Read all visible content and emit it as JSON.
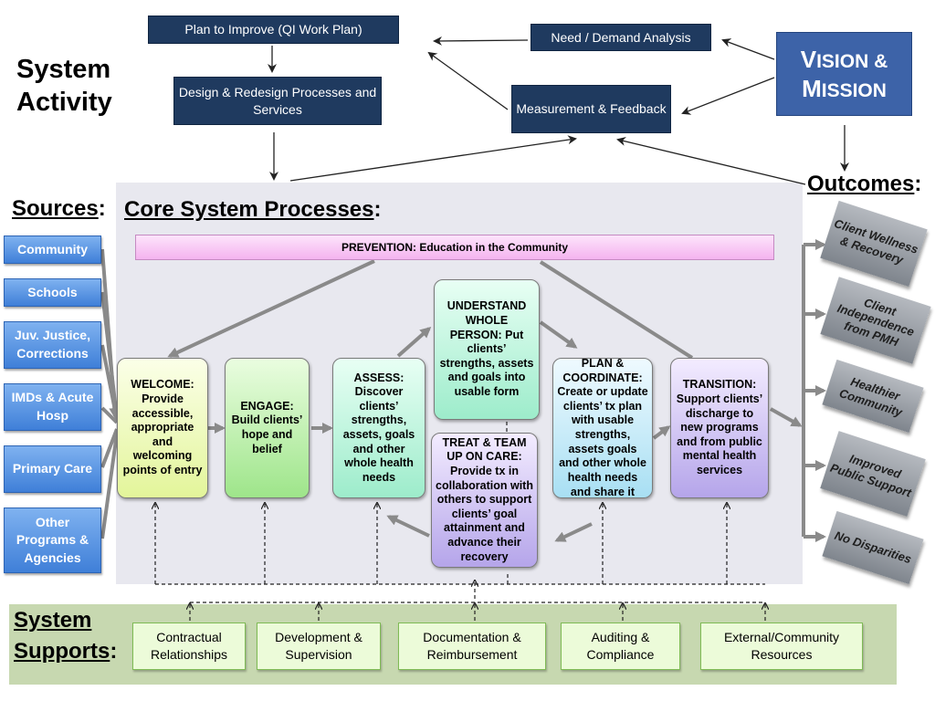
{
  "top": {
    "plan_to_improve": "Plan to Improve (QI Work Plan)",
    "design_redesign": "Design & Redesign Processes and Services",
    "need_demand": "Need / Demand Analysis",
    "measurement": "Measurement & Feedback",
    "vision_line1_first": "V",
    "vision_line1_rest": "ISION &",
    "vision_line2_first": "M",
    "vision_line2_rest": "ISSION"
  },
  "labels": {
    "system_activity": "System Activity",
    "sources": "Sources",
    "core_processes": "Core System Processes",
    "outcomes": "Outcomes",
    "system": "System",
    "supports": "Supports",
    "colon": ":"
  },
  "prevention": "PREVENTION:  Education in the Community",
  "sources": [
    "Community",
    "Schools",
    "Juv. Justice, Corrections",
    "IMDs & Acute Hosp",
    "Primary Care",
    "Other Programs & Agencies"
  ],
  "processes": {
    "welcome": "WELCOME: Provide accessible, appropriate and welcoming points of entry",
    "engage": "ENGAGE: Build clients’ hope and belief",
    "assess": "ASSESS: Discover clients’ strengths, assets, goals and other whole health needs",
    "understand": "UNDERSTAND WHOLE PERSON: Put clients’ strengths, assets and goals into usable form",
    "treat": "TREAT & TEAM UP ON CARE: Provide tx in collaboration with others to support clients’ goal attainment and advance their recovery",
    "plan": "PLAN & COORDINATE: Create or update clients’ tx plan with usable strengths, assets goals and other whole health needs and share it",
    "transition": "TRANSITION: Support clients’ discharge to new programs and from public mental health services"
  },
  "outcomes": [
    "Client Wellness & Recovery",
    "Client Independence from PMH",
    "Healthier Community",
    "Improved Public Support",
    "No Disparities"
  ],
  "supports": [
    "Contractual Relationships",
    "Development & Supervision",
    "Documentation & Reimbursement",
    "Auditing & Compliance",
    "External/Community Resources"
  ]
}
